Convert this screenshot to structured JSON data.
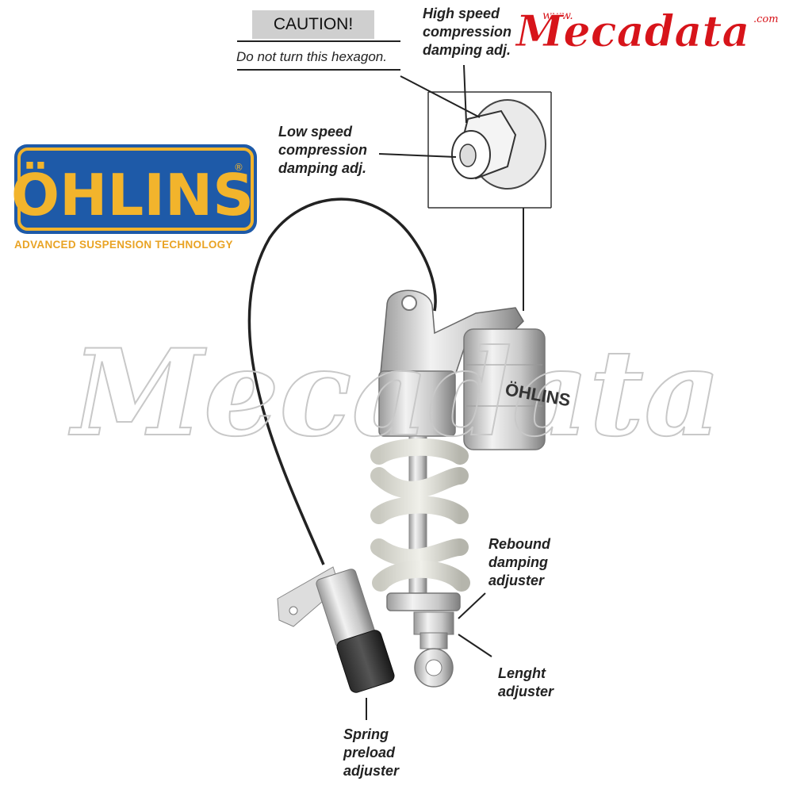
{
  "caution": {
    "title": "CAUTION!",
    "note": "Do not turn this hexagon."
  },
  "brand": {
    "name": "ÖHLINS",
    "registered": "®",
    "tagline": "ADVANCED SUSPENSION TECHNOLOGY",
    "colors": {
      "badge": "#1e5aa8",
      "text": "#f2b42c"
    }
  },
  "watermark": {
    "text": "Mecadata",
    "prefix": "www.",
    "suffix": ".com",
    "color": "#d7141a"
  },
  "body_text": "ÖHLINS",
  "labels": {
    "high_speed": [
      "High speed",
      "compression",
      "damping adj."
    ],
    "low_speed": [
      "Low speed",
      "compression",
      "damping adj."
    ],
    "rebound": [
      "Rebound",
      "damping",
      "adjuster"
    ],
    "length": [
      "Lenght",
      "adjuster"
    ],
    "preload": [
      "Spring",
      "preload",
      "adjuster"
    ]
  }
}
